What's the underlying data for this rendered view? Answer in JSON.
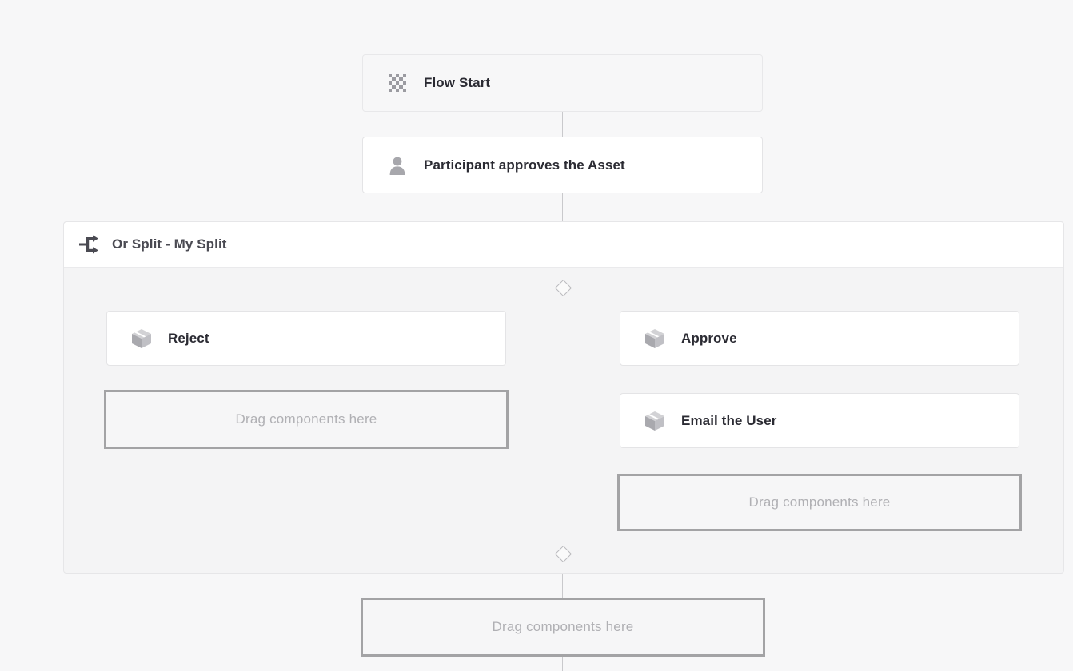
{
  "canvas": {
    "background": "#f7f7f8",
    "accent_border": "#a3a3a5",
    "connector_color": "#c9c9cc",
    "text_color": "#2b2b33",
    "placeholder_color": "#b0b0b4"
  },
  "nodes": {
    "flow_start": {
      "label": "Flow Start",
      "icon": "checkered-flag-icon"
    },
    "participant": {
      "label": "Participant approves the Asset",
      "icon": "person-icon"
    }
  },
  "split": {
    "title": "Or Split - My Split",
    "icon": "split-arrow-icon",
    "branches": [
      {
        "name": "left",
        "nodes": [
          {
            "label": "Reject",
            "icon": "package-icon"
          }
        ],
        "dropzone": {
          "placeholder": "Drag components here"
        }
      },
      {
        "name": "right",
        "nodes": [
          {
            "label": "Approve",
            "icon": "package-icon"
          },
          {
            "label": "Email the User",
            "icon": "package-icon"
          }
        ],
        "dropzone": {
          "placeholder": "Drag components here"
        }
      }
    ]
  },
  "bottom_dropzone": {
    "placeholder": "Drag components here"
  }
}
